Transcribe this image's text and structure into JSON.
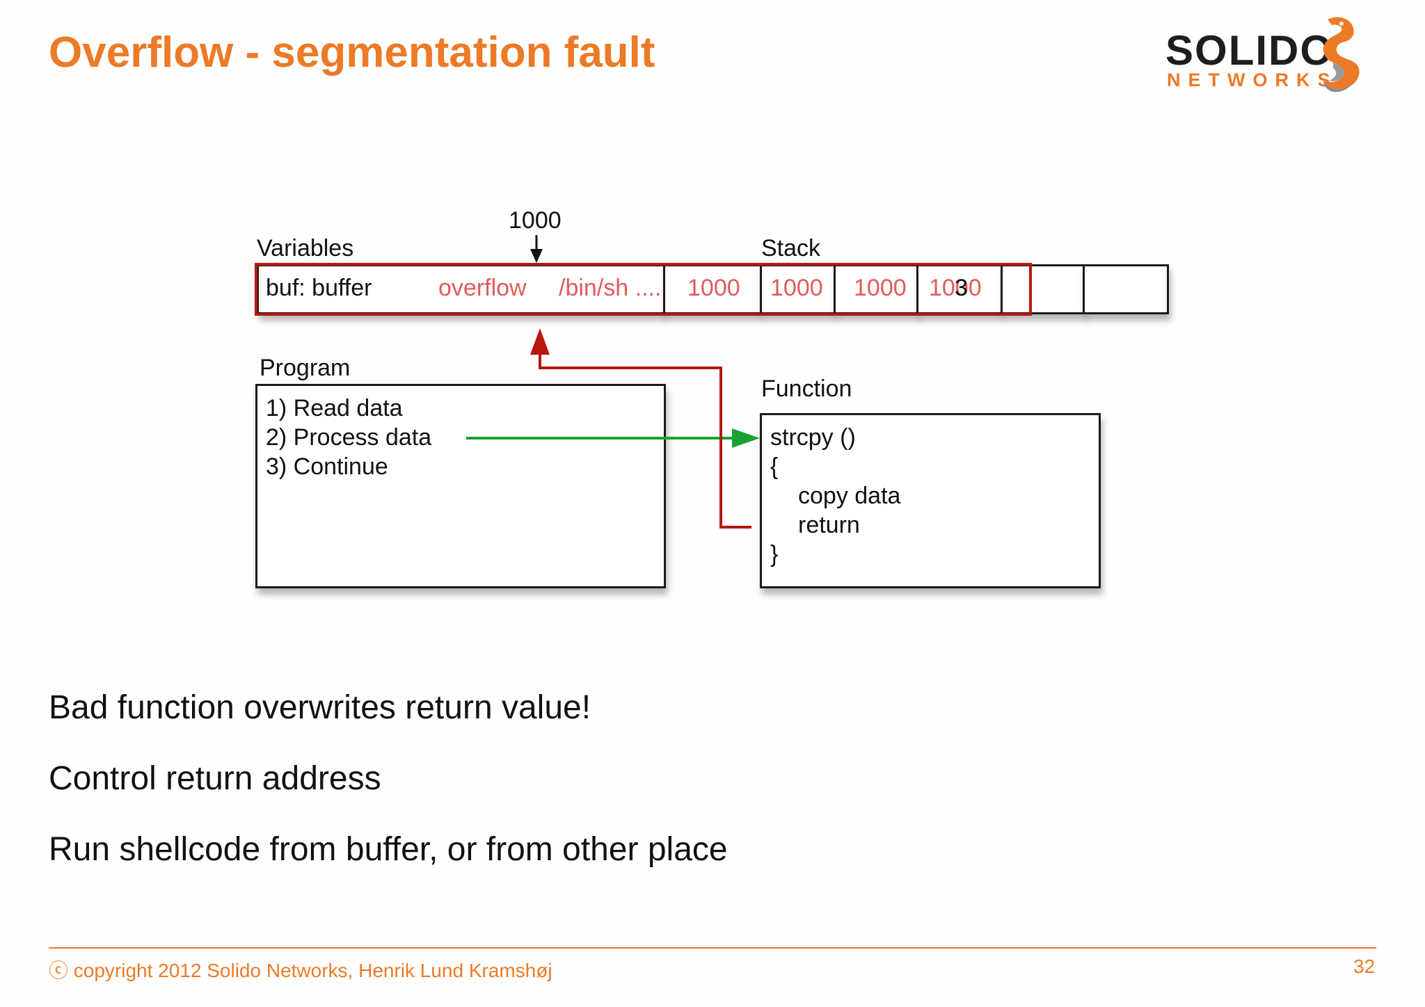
{
  "slide": {
    "title": "Overflow - segmentation fault",
    "page_number": "32",
    "copyright": "ⓒ copyright 2012 Solido Networks, Henrik Lund Kramshøj"
  },
  "logo": {
    "word": "SOLIDO",
    "sub": "NETWORKS"
  },
  "colors": {
    "accent": "#ec7a26",
    "overflow_red": "#b8170f",
    "arrow_green": "#1aa332"
  },
  "diagram": {
    "address_label": "1000",
    "variables_label": "Variables",
    "stack_label": "Stack",
    "buffer_label": "buf: buffer",
    "overflow_text": "overflow",
    "shell_text": "/bin/sh ....",
    "stack_values": [
      "1000",
      "1000",
      "1000",
      "1000"
    ],
    "overlay_digit": "3",
    "program_label": "Program",
    "program_lines": [
      "1) Read data",
      "2) Process data",
      "3) Continue"
    ],
    "function_label": "Function",
    "function_lines": [
      "strcpy ()",
      "{",
      "copy data",
      "return",
      "}"
    ]
  },
  "bullets": [
    "Bad function overwrites return value!",
    "Control return address",
    "Run shellcode from buffer, or from other place"
  ]
}
